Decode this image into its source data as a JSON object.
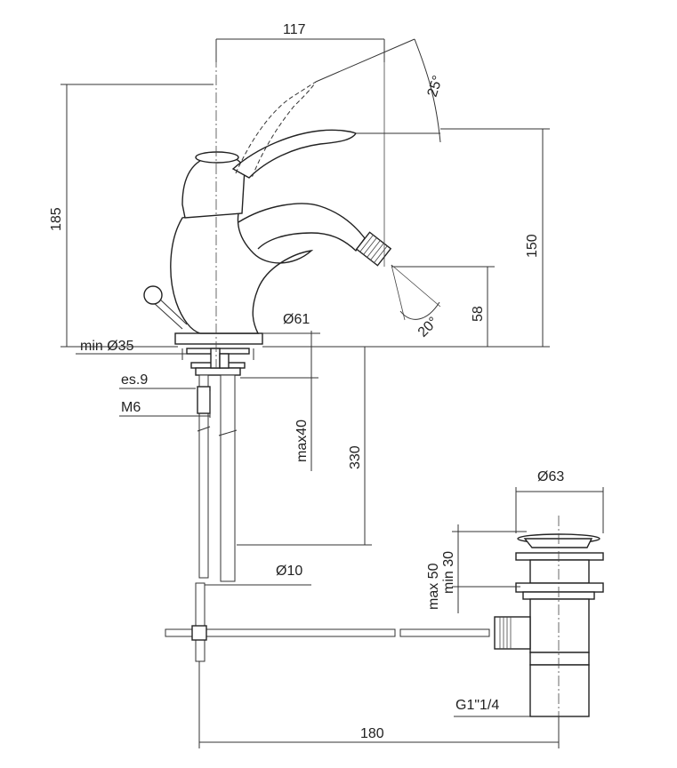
{
  "dimensions": {
    "d117": "117",
    "d185": "185",
    "d150": "150",
    "d58": "58",
    "d25": "25°",
    "d20": "20°",
    "d61": "Ø61",
    "dmin35": "min Ø35",
    "des9": "es.9",
    "dm6": "M6",
    "dmax40": "max40",
    "d330": "330",
    "d10": "Ø10",
    "d63": "Ø63",
    "dmax50": "max 50",
    "dmin30": "min 30",
    "dg1": "G1\"1/4",
    "d180": "180"
  }
}
